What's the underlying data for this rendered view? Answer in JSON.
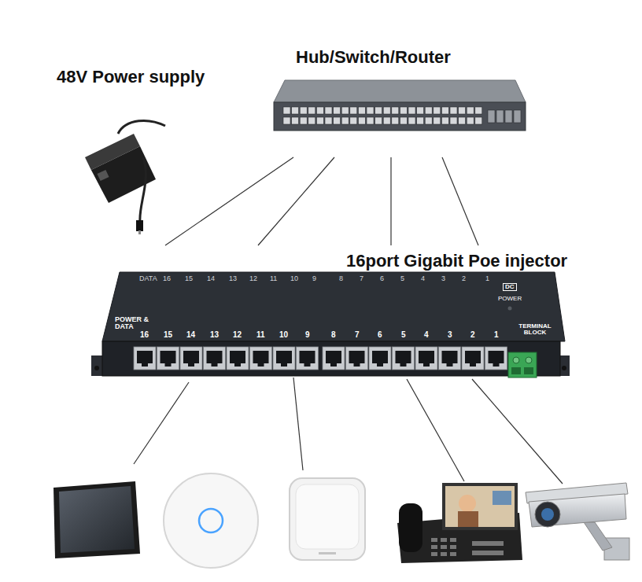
{
  "diagram": {
    "nodes": [
      {
        "text": [
          "48V Power supply"
        ]
      },
      {
        "text": [
          "Hub/Switch/Router"
        ]
      },
      {
        "text": [
          "16port Gigabit Poe injector"
        ]
      }
    ],
    "edges": [
      {
        "from": 1,
        "to": 2,
        "arrow": "none"
      },
      {
        "from": 1,
        "to": 2,
        "arrow": "none"
      },
      {
        "from": 1,
        "to": 2,
        "arrow": "none"
      },
      {
        "from": 1,
        "to": 2,
        "arrow": "none"
      }
    ],
    "labels": [
      "DATA",
      "16",
      "15",
      "14",
      "13",
      "12",
      "11",
      "10",
      "9",
      "8",
      "7",
      "6",
      "5",
      "4",
      "3",
      "2",
      "1",
      "DC",
      "POWER",
      "POWER & DATA",
      "16",
      "15",
      "14",
      "13",
      "12",
      "11",
      "10",
      "9",
      "8",
      "7",
      "6",
      "5",
      "4",
      "3",
      "2",
      "1",
      "TERMINAL BLOCK"
    ]
  }
}
